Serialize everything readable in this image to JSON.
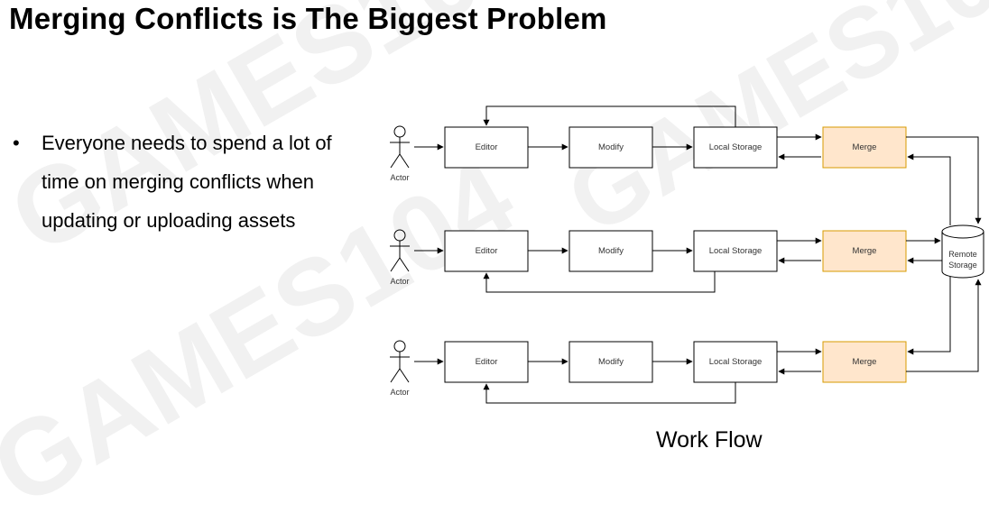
{
  "slide": {
    "title": "Merging Conflicts is The Biggest Problem",
    "bullets": [
      "Everyone needs to spend a lot of time on merging conflicts when updating or uploading assets"
    ],
    "caption": "Work Flow"
  },
  "watermark": {
    "text": "GAMES104",
    "color": "#f1f1f1"
  },
  "diagram": {
    "actor_label": "Actor",
    "editor_label": "Editor",
    "modify_label": "Modify",
    "local_storage_label": "Local Storage",
    "merge_label": "Merge",
    "remote_storage_label_line1": "Remote",
    "remote_storage_label_line2": "Storage",
    "merge_fill": "#ffe6cc",
    "merge_stroke": "#d79b00"
  }
}
